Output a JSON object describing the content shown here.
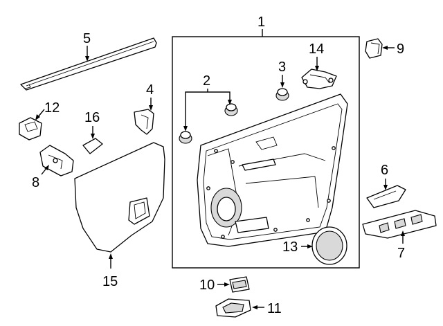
{
  "diagram": {
    "callouts": [
      "1",
      "2",
      "3",
      "4",
      "5",
      "6",
      "7",
      "8",
      "9",
      "10",
      "11",
      "12",
      "13",
      "14",
      "15",
      "16"
    ]
  }
}
